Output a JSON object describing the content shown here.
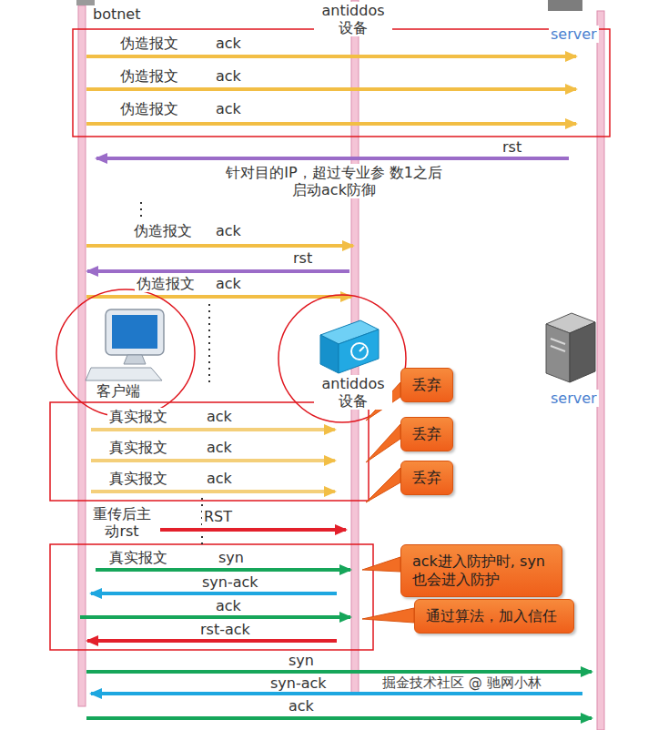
{
  "diagram": {
    "nodes": [
      {
        "text": [
          "丢弃"
        ]
      },
      {
        "text": [
          "丢弃"
        ]
      },
      {
        "text": [
          "丢弃"
        ]
      },
      {
        "text": [
          "ack进入防护时, syn也会进入防护"
        ]
      },
      {
        "text": [
          "通过算法，加入信任"
        ]
      }
    ],
    "labels": [
      "botnet",
      "antiddos 设备",
      "server",
      "伪造报文",
      "ack",
      "伪造报文",
      "ack",
      "伪造报文",
      "ack",
      "rst",
      "针对目的IP，超过专业参 数1之后启动ack防御",
      "伪造报文",
      "ack",
      "rst",
      "伪造报文",
      "ack",
      "客户端",
      "antiddos 设备",
      "server",
      "真实报文",
      "ack",
      "真实报文",
      "ack",
      "真实报文",
      "ack",
      "重传后主 动rst",
      "RST",
      "真实报文",
      "syn",
      "syn-ack",
      "ack",
      "rst-ack",
      "syn",
      "syn-ack",
      "ack",
      "掘金技术社区 @ 驰网小林"
    ]
  }
}
